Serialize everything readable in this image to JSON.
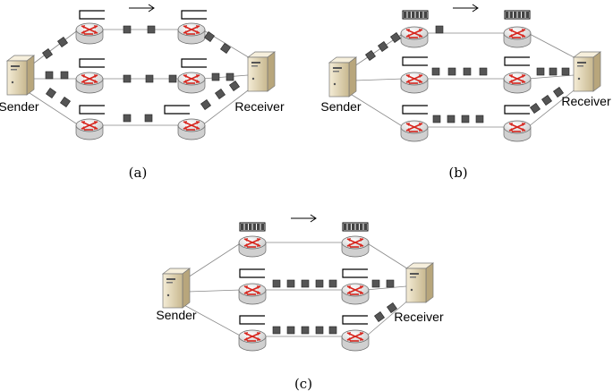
{
  "panels": [
    {
      "caption": "(a)",
      "sender_label": "Sender",
      "receiver_label": "Receiver",
      "paths": [
        {
          "queue_top": "empty",
          "queue_bottom": "empty"
        },
        {
          "queue_top": "empty",
          "queue_bottom": "empty"
        },
        {
          "queue_top": "empty",
          "queue_bottom": "empty"
        }
      ],
      "arrow_direction": "right"
    },
    {
      "caption": "(b)",
      "sender_label": "Sender",
      "receiver_label": "Receiver",
      "paths": [
        {
          "queue_top": "full",
          "queue_bottom": "full"
        },
        {
          "queue_top": "empty",
          "queue_bottom": "empty"
        },
        {
          "queue_top": "empty",
          "queue_bottom": "empty"
        }
      ],
      "arrow_direction": "right"
    },
    {
      "caption": "(c)",
      "sender_label": "Sender",
      "receiver_label": "Receiver",
      "paths": [
        {
          "queue_top": "full",
          "queue_bottom": "full"
        },
        {
          "queue_top": "empty",
          "queue_bottom": "empty"
        },
        {
          "queue_top": "empty",
          "queue_bottom": "empty"
        }
      ],
      "arrow_direction": "right"
    }
  ],
  "colors": {
    "router_body": "#e6e6e6",
    "router_arrow": "#d7261e",
    "packet": "#555555",
    "server_body": "#e8dcc0",
    "line": "#888888"
  }
}
